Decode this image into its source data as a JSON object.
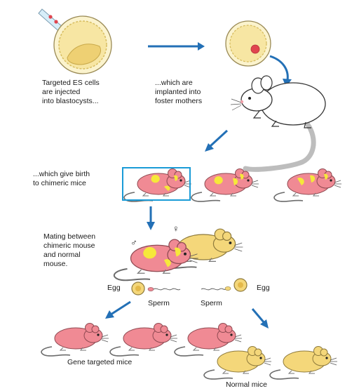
{
  "steps": {
    "inject": "Targeted ES cells\nare injected\ninto blastocysts...",
    "implant": "...which are\nimplanted into\nfoster mothers",
    "birth": "...which give birth\nto chimeric mice",
    "mating": "Mating between\nchimeric mouse\nand normal\nmouse."
  },
  "gametes": {
    "egg_left": "Egg",
    "sperm_left": "Sperm",
    "sperm_right": "Sperm",
    "egg_right": "Egg"
  },
  "symbols": {
    "male": "♂",
    "female": "♀"
  },
  "results": {
    "targeted": "Gene targeted mice",
    "normal": "Normal mice"
  },
  "colors": {
    "arrow": "#2370b6",
    "mouse_pink": "#f08a94",
    "mouse_yellow": "#f4d77a",
    "chimera_patch": "#f6e83a",
    "blastocyst": "#f7e6a3",
    "highlight": "#1a9bd7",
    "foster_mouse": "#ffffff"
  },
  "icons": [
    "pipette-icon",
    "blastocyst-icon",
    "mouse-icon",
    "arrow-icon",
    "egg-icon",
    "sperm-icon"
  ]
}
